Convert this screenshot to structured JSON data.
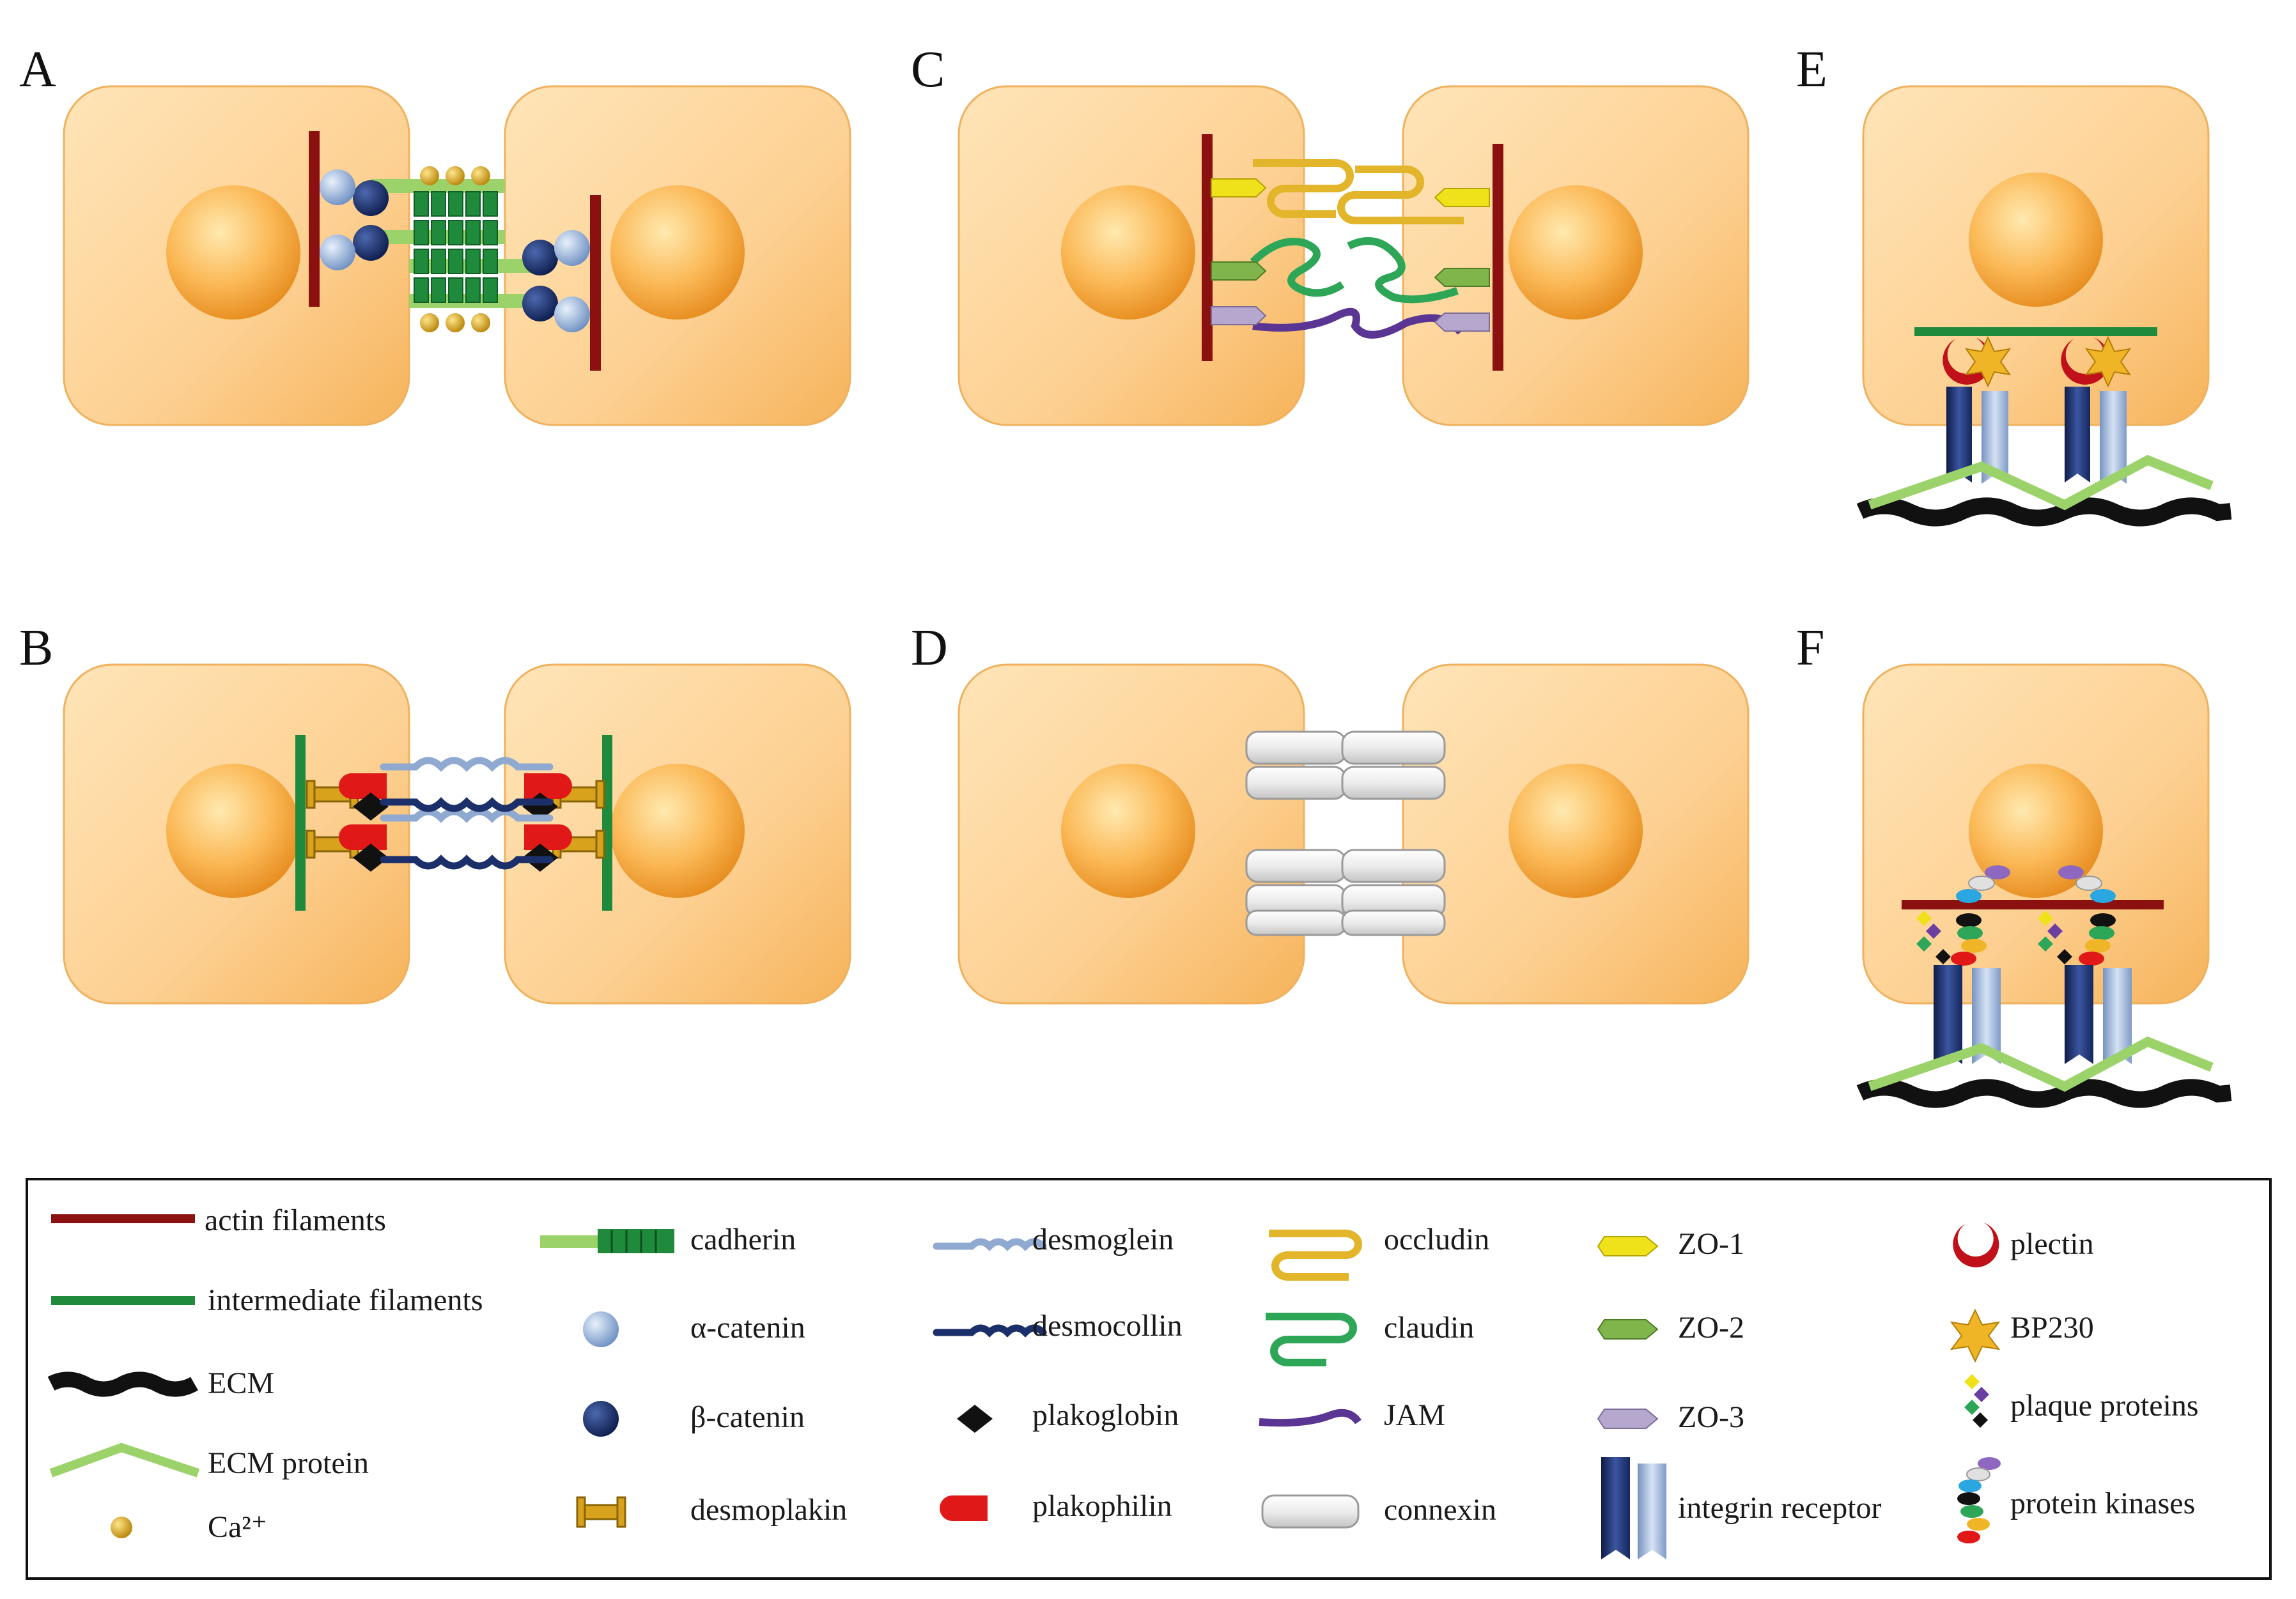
{
  "panels": [
    {
      "id": "A",
      "label": "A"
    },
    {
      "id": "B",
      "label": "B"
    },
    {
      "id": "C",
      "label": "C"
    },
    {
      "id": "D",
      "label": "D"
    },
    {
      "id": "E",
      "label": "E"
    },
    {
      "id": "F",
      "label": "F"
    }
  ],
  "legend": {
    "items": [
      {
        "icon": "actin-filament-icon",
        "text": "actin filaments"
      },
      {
        "icon": "intermediate-filament-icon",
        "text": "intermediate filaments"
      },
      {
        "icon": "ecm-icon",
        "text": "ECM"
      },
      {
        "icon": "ecm-protein-icon",
        "text": "ECM protein"
      },
      {
        "icon": "calcium-icon",
        "text": "Ca²⁺"
      },
      {
        "icon": "cadherin-icon",
        "text": "cadherin"
      },
      {
        "icon": "alpha-catenin-icon",
        "text": "α-catenin"
      },
      {
        "icon": "beta-catenin-icon",
        "text": "β-catenin"
      },
      {
        "icon": "desmoplakin-icon",
        "text": "desmoplakin"
      },
      {
        "icon": "desmoglein-icon",
        "text": "desmoglein"
      },
      {
        "icon": "desmocollin-icon",
        "text": "desmocollin"
      },
      {
        "icon": "plakoglobin-icon",
        "text": "plakoglobin"
      },
      {
        "icon": "plakophilin-icon",
        "text": "plakophilin"
      },
      {
        "icon": "occludin-icon",
        "text": "occludin"
      },
      {
        "icon": "claudin-icon",
        "text": "claudin"
      },
      {
        "icon": "jam-icon",
        "text": "JAM"
      },
      {
        "icon": "connexin-icon",
        "text": "connexin"
      },
      {
        "icon": "zo1-icon",
        "text": "ZO-1"
      },
      {
        "icon": "zo2-icon",
        "text": "ZO-2"
      },
      {
        "icon": "zo3-icon",
        "text": "ZO-3"
      },
      {
        "icon": "integrin-receptor-icon",
        "text": "integrin receptor"
      },
      {
        "icon": "plectin-icon",
        "text": "plectin"
      },
      {
        "icon": "bp230-icon",
        "text": "BP230"
      },
      {
        "icon": "plaque-proteins-icon",
        "text": "plaque proteins"
      },
      {
        "icon": "protein-kinases-icon",
        "text": "protein kinases"
      }
    ]
  },
  "colors": {
    "cell": "#fcd28e",
    "nucleus": "#f7a73d",
    "actin": "#8b1010",
    "intermediate": "#1f8a3c",
    "ecm": "#111111",
    "ecm_protein": "#9bd36a",
    "calcium": "#d4a21a",
    "cadherin": "#2a9a48",
    "alpha_catenin": "#9dbbe0",
    "beta_catenin": "#17306e",
    "desmoplakin": "#d8a21c",
    "plakophilin": "#e01818",
    "plakoglobin": "#111111",
    "desmoglein": "#8fa9d0",
    "desmocollin": "#1b2f6a",
    "occludin": "#e2b52a",
    "claudin": "#2ea657",
    "jam": "#5b3593",
    "connexin": "#e6e6e6",
    "zo1": "#f0e21a",
    "zo2": "#7fb54a",
    "zo3": "#b6a7cf",
    "integrin_dark": "#1e2f6c",
    "integrin_light": "#9ab3d6",
    "plectin": "#c0101a",
    "bp230": "#f0b526"
  }
}
